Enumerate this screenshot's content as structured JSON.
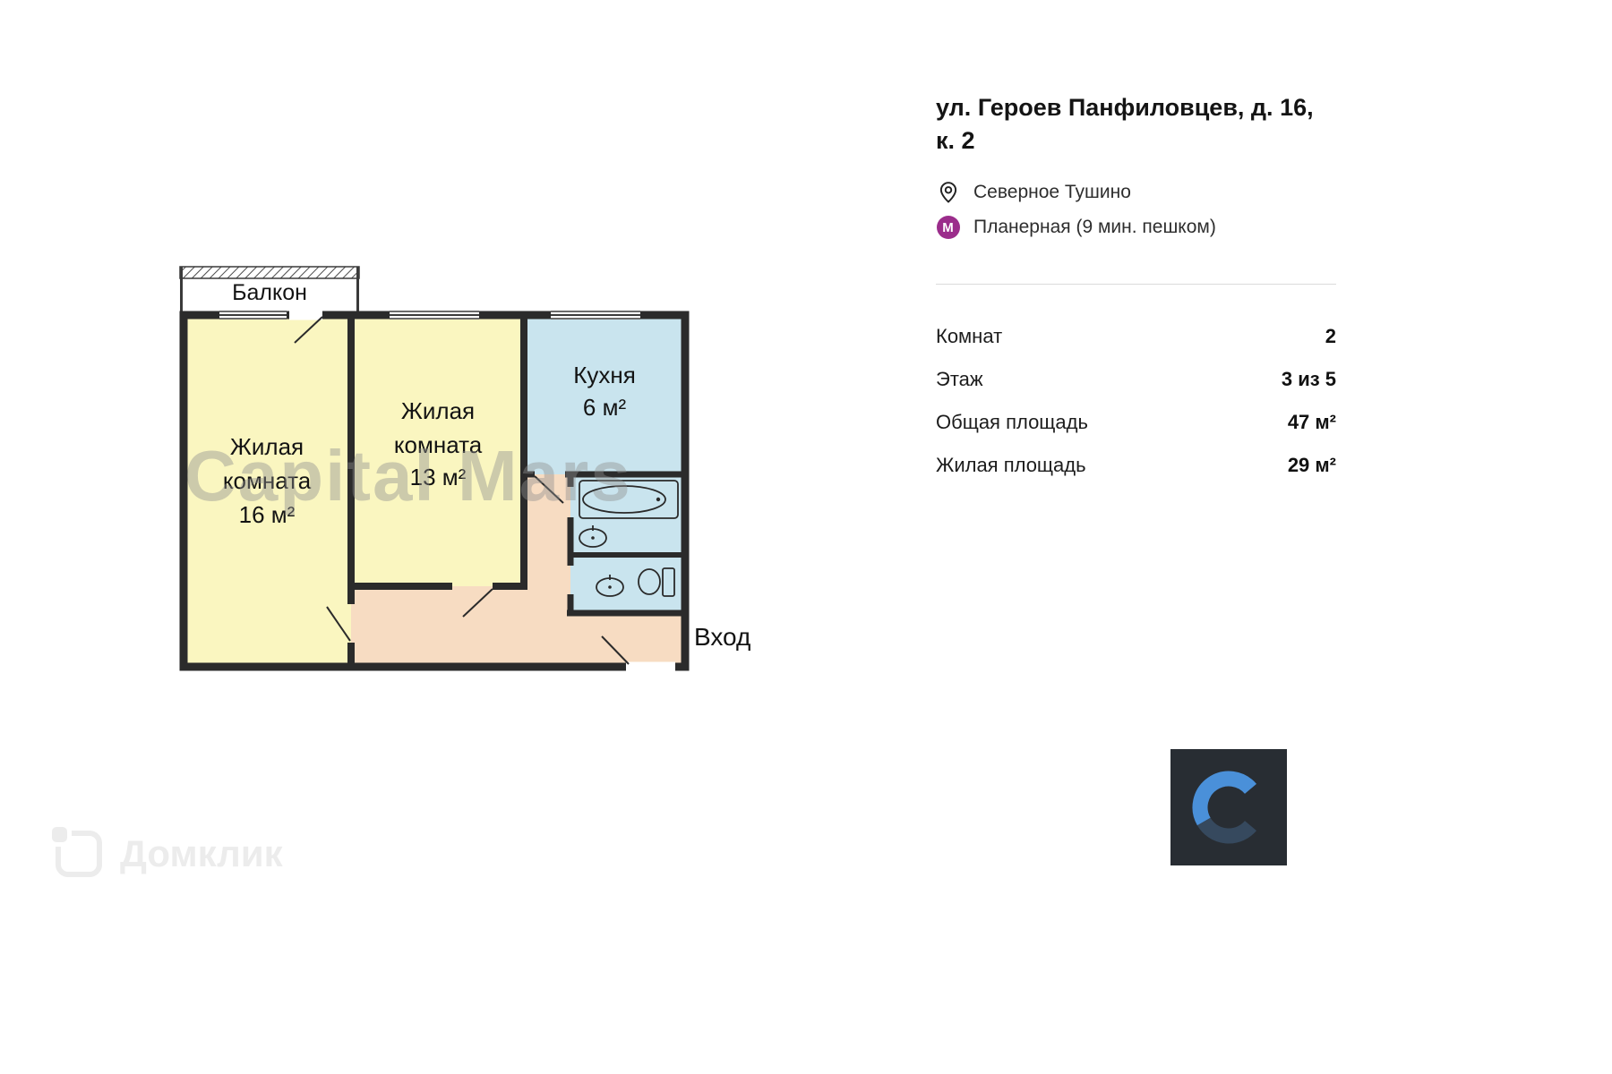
{
  "colors": {
    "living_room": "#FAF6C0",
    "wet_rooms": "#C9E4EE",
    "hallway": "#F7DCC2",
    "walls": "#2B2B2B",
    "metro_badge": "#9B2D8B",
    "logo_bg": "#282D33",
    "logo_blue": "#4A90D9",
    "logo_dark": "#36495E"
  },
  "plan": {
    "balcony_label": "Балкон",
    "rooms": [
      {
        "line1": "Жилая",
        "line2": "комната",
        "area": "16 м²"
      },
      {
        "line1": "Жилая",
        "line2": "комната",
        "area": "13 м²"
      },
      {
        "line1": "Кухня",
        "area": "6 м²"
      }
    ],
    "entrance_label": "Вход",
    "watermark": "Capital Mars"
  },
  "info": {
    "title": "ул. Героев Панфиловцев, д. 16, к. 2",
    "district": "Северное Тушино",
    "metro_badge_letter": "М",
    "metro_station": "Планерная (9 мин. пешком)",
    "stats": [
      {
        "label": "Комнат",
        "value": "2"
      },
      {
        "label": "Этаж",
        "value": "3 из 5"
      },
      {
        "label": "Общая площадь",
        "value": "47 м²"
      },
      {
        "label": "Жилая площадь",
        "value": "29 м²"
      }
    ]
  },
  "site_watermark": {
    "name": "Домклик"
  }
}
